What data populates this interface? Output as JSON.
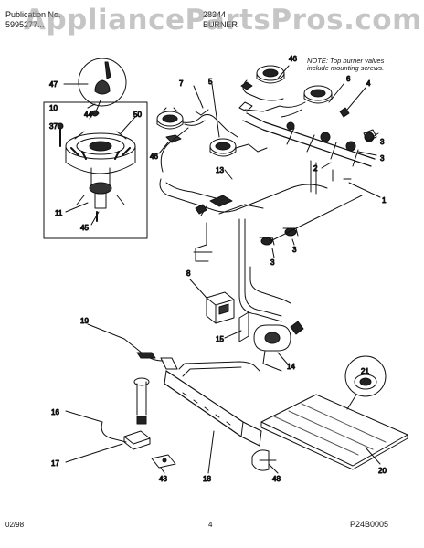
{
  "header": {
    "publication_label": "Publication No.",
    "publication_number": "5995277...",
    "model": "28344",
    "section": "BURNER"
  },
  "watermark": "AppliancePartsPros.com",
  "note": {
    "line1": "NOTE: Top burner valves",
    "line2": "include mounting screws."
  },
  "callouts": {
    "c47": "47",
    "c10": "10",
    "c44": "44",
    "c50": "50",
    "c37": "37",
    "c11": "11",
    "c45": "45",
    "c7": "7",
    "c5": "5",
    "c46a": "46",
    "c46b": "46",
    "c13": "13",
    "c6": "6",
    "c4": "4",
    "c3a": "3",
    "c3b": "3",
    "c3c": "3",
    "c3d": "3",
    "c2": "2",
    "c1": "1",
    "c8": "8",
    "c19": "19",
    "c15": "15",
    "c14": "14",
    "c21": "21",
    "c16": "16",
    "c17": "17",
    "c43": "43",
    "c18": "18",
    "c48": "48",
    "c20": "20"
  },
  "figure_code": "P24B0005",
  "footer": {
    "date": "02/98",
    "page": "4"
  }
}
